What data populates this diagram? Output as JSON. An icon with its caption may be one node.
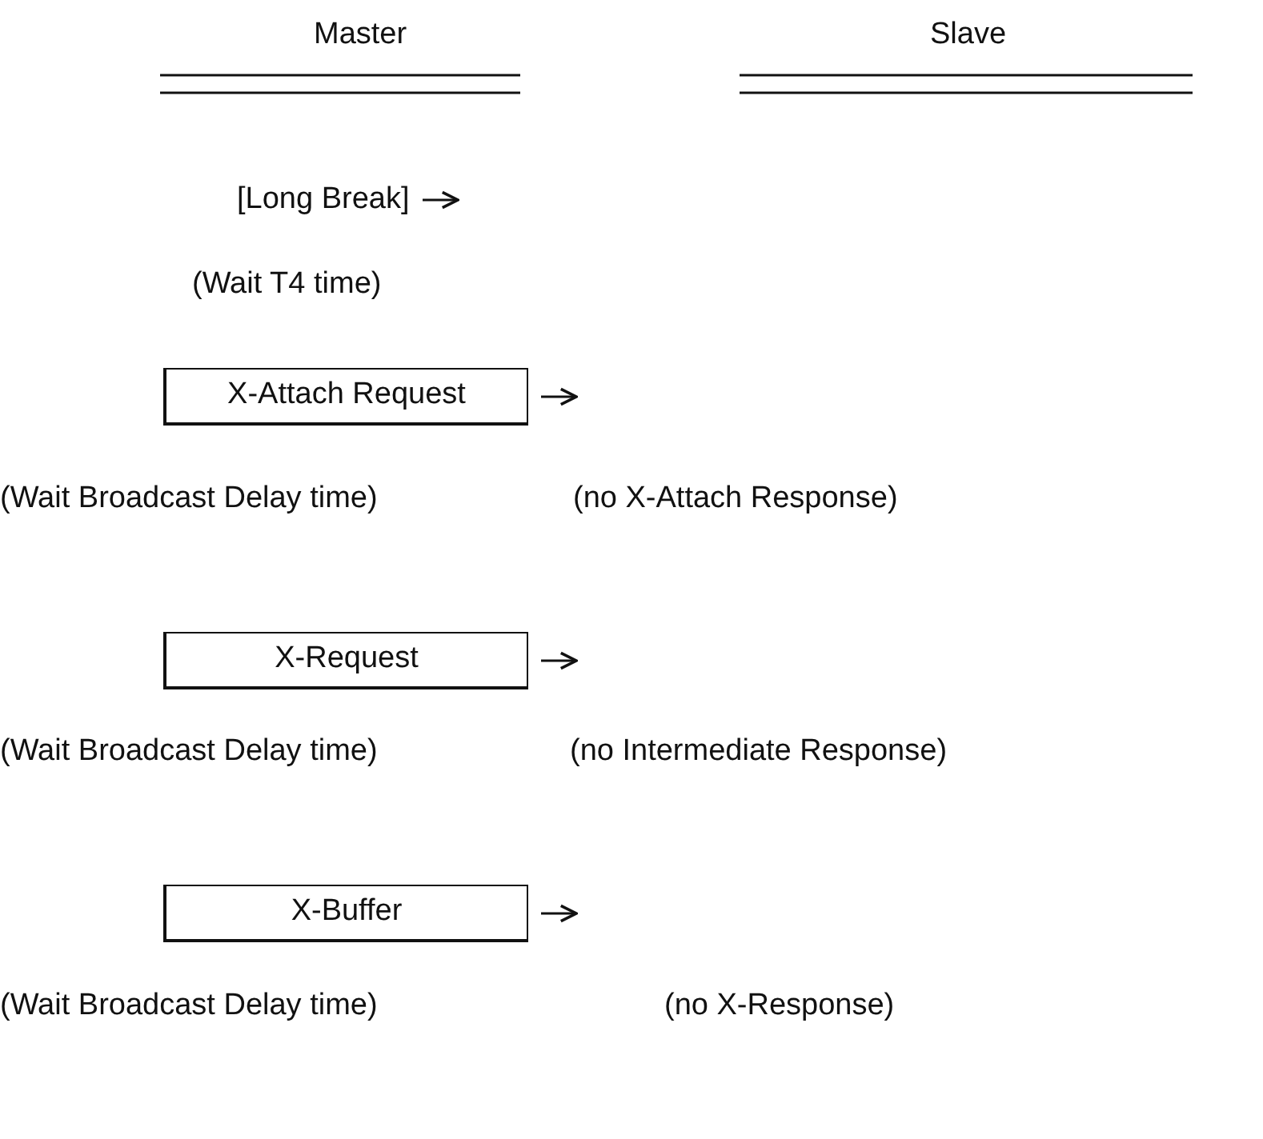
{
  "diagram": {
    "nodes": [
      {
        "text": [
          "[Long Break]"
        ]
      },
      {
        "text": [
          "X-Attach Request"
        ]
      },
      {
        "text": [
          "X-Request"
        ]
      },
      {
        "text": [
          "X-Buffer"
        ]
      }
    ],
    "edges": [
      {
        "from": 0,
        "to": null,
        "arrow": "to"
      },
      {
        "from": 1,
        "to": null,
        "arrow": "to"
      },
      {
        "from": 2,
        "to": null,
        "arrow": "to"
      },
      {
        "from": 3,
        "to": null,
        "arrow": "to"
      }
    ],
    "labels": [
      "Master",
      "Slave",
      "(Wait T4 time)",
      "(Wait Broadcast Delay time)",
      "(no X-Attach Response)",
      "(Wait Broadcast Delay time)",
      "(no Intermediate Response)",
      "(Wait Broadcast Delay time)",
      "(no X-Response)"
    ]
  }
}
